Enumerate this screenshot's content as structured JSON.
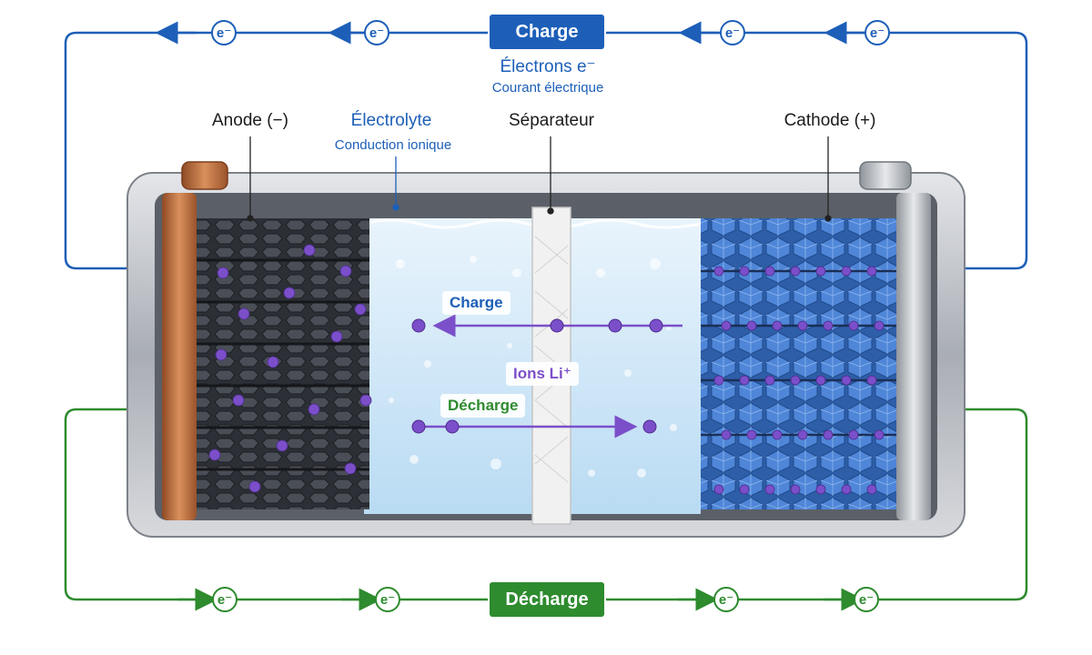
{
  "charge": {
    "badge": "Charge",
    "electrons_label": "Électrons e⁻",
    "current_label": "Courant électrique",
    "ion_arrow_label": "Charge",
    "color": "#1d5fb8"
  },
  "discharge": {
    "badge": "Décharge",
    "ion_arrow_label": "Décharge",
    "color": "#2e8b2e"
  },
  "components": {
    "anode": "Anode (−)",
    "electrolyte": "Électrolyte",
    "electrolyte_sub": "Conduction ionique",
    "separator": "Séparateur",
    "cathode": "Cathode (+)"
  },
  "ions_label": "Ions Li⁺",
  "electron_chip": "e⁻",
  "colors": {
    "ion": "#7b4fc9",
    "anode_graphite": "#3a3d44",
    "cathode_crystal": "#3f74c9",
    "copper_collector": "#b86a3c",
    "electrolyte": "#cfe6f7"
  }
}
